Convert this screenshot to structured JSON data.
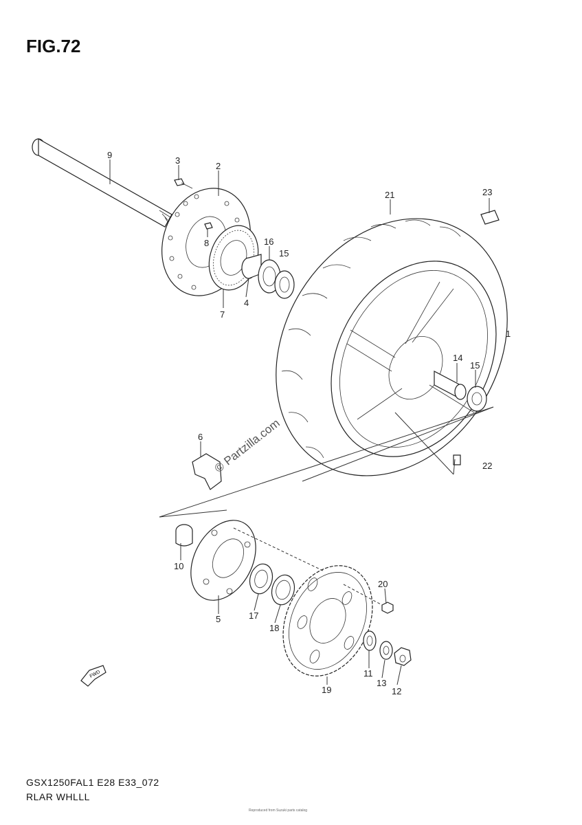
{
  "figure": {
    "title": "FIG.72",
    "diagram_code": "GSX1250FAL1 E28 E33_072",
    "section_name": "RLAR WHLLL",
    "watermark": "© Partzilla.com",
    "fwd_label": "FWD",
    "fine_print": "Reproduced from Suzuki parts catalog"
  },
  "callouts": {
    "c1": "1",
    "c2": "2",
    "c3": "3",
    "c4": "4",
    "c5": "5",
    "c6": "6",
    "c7": "7",
    "c8": "8",
    "c9": "9",
    "c10": "10",
    "c11": "11",
    "c12": "12",
    "c13": "13",
    "c14": "14",
    "c15a": "15",
    "c15b": "15",
    "c16": "16",
    "c17": "17",
    "c18": "18",
    "c19": "19",
    "c20": "20",
    "c21": "21",
    "c22": "22",
    "c23": "23"
  }
}
